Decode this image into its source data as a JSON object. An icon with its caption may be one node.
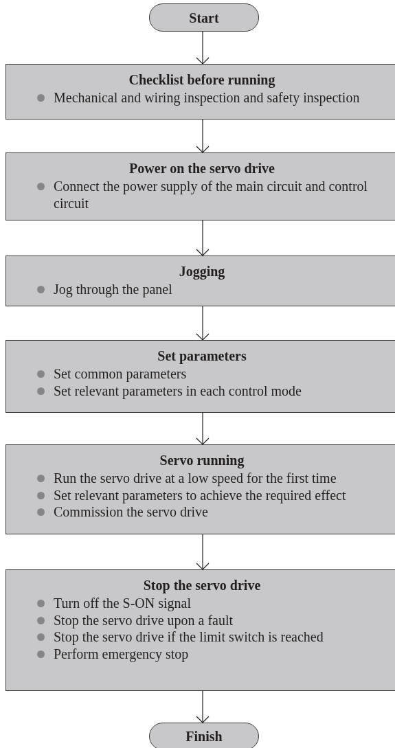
{
  "diagram": {
    "nodes": [
      {
        "text": [
          "Start"
        ]
      },
      {
        "text": [
          "Checklist before running",
          "Mechanical and wiring inspection and safety inspection"
        ]
      },
      {
        "text": [
          "Power on the servo drive",
          "Connect the power supply of the main circuit and control circuit"
        ]
      },
      {
        "text": [
          "Jogging",
          "Jog through the panel"
        ]
      },
      {
        "text": [
          "Set parameters",
          "Set common parameters",
          "Set relevant parameters in each control mode"
        ]
      },
      {
        "text": [
          "Servo running",
          "Run the servo drive at a low speed for the first time",
          "Set relevant parameters to achieve the required effect",
          "Commission the servo drive"
        ]
      },
      {
        "text": [
          "Stop the servo drive",
          "Turn off the S-ON signal",
          "Stop the servo drive upon a fault",
          "Stop the servo drive if the limit switch is reached",
          "Perform emergency stop"
        ]
      },
      {
        "text": [
          "Finish"
        ]
      }
    ],
    "edges": [
      {
        "from": 0,
        "to": 1,
        "arrow": "to"
      },
      {
        "from": 1,
        "to": 2,
        "arrow": "to"
      },
      {
        "from": 2,
        "to": 3,
        "arrow": "to"
      },
      {
        "from": 3,
        "to": 4,
        "arrow": "to"
      },
      {
        "from": 4,
        "to": 5,
        "arrow": "to"
      },
      {
        "from": 5,
        "to": 6,
        "arrow": "to"
      },
      {
        "from": 6,
        "to": 7,
        "arrow": "to"
      }
    ]
  }
}
